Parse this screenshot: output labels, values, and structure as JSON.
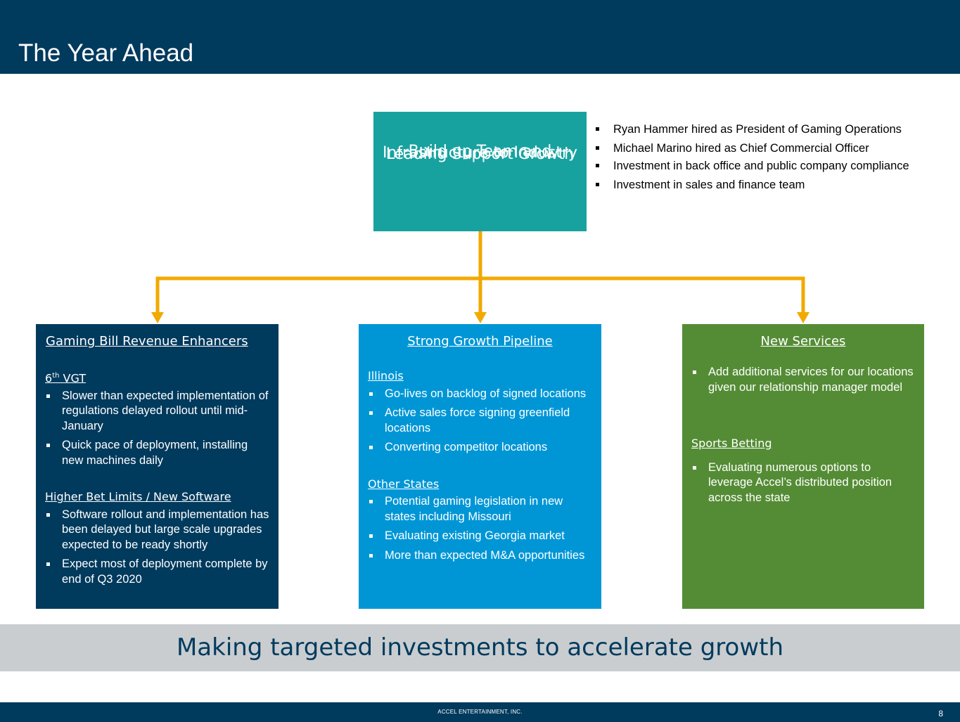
{
  "header": {
    "title": "The Year Ahead"
  },
  "top": {
    "box_lines": [
      "Build up Team and",
      "Infrastructure to Industry",
      "Leading Support Growth"
    ],
    "bullets": [
      "Ryan Hammer hired as President of Gaming Operations",
      "Michael Marino hired as Chief Commercial Officer",
      "Investment in back office and public company compliance",
      "Investment in sales and finance team"
    ]
  },
  "cards": {
    "gaming": {
      "title": "Gaming Bill Revenue Enhancers",
      "sub1_prefix": "6",
      "sub1_sup": "th",
      "sub1_suffix": " VGT",
      "sub1_bullets": [
        "Slower than expected implementation of regulations delayed rollout until mid-January",
        "Quick pace of deployment, installing new machines daily"
      ],
      "sub2": "Higher Bet Limits / New Software",
      "sub2_bullets": [
        "Software rollout and implementation has been delayed but large scale upgrades expected to be ready shortly",
        "Expect most of deployment complete by end of Q3 2020"
      ]
    },
    "pipeline": {
      "title": "Strong Growth Pipeline",
      "sub1": "Illinois",
      "sub1_bullets": [
        "Go-lives on backlog of signed locations",
        "Active sales force signing greenfield locations",
        "Converting competitor locations"
      ],
      "sub2": "Other States",
      "sub2_bullets": [
        "Potential gaming legislation in new states including Missouri",
        "Evaluating existing Georgia market",
        "More than expected M&A opportunities"
      ]
    },
    "services": {
      "title": "New Services",
      "bullets1": [
        "Add additional services for our locations given our relationship manager model"
      ],
      "sub2": "Sports Betting",
      "sub2_bullets": [
        "Evaluating numerous options to leverage Accel’s distributed position across the state"
      ]
    }
  },
  "banner": {
    "text": "Making targeted investments to accelerate growth"
  },
  "footer": {
    "company": "ACCEL ENTERTAINMENT, INC.",
    "page": "8"
  },
  "colors": {
    "navy": "#003a5d",
    "teal": "#17a2a0",
    "blue": "#0096d6",
    "green": "#548c35",
    "connector": "#f2a900",
    "banner": "#c9cdd0"
  }
}
